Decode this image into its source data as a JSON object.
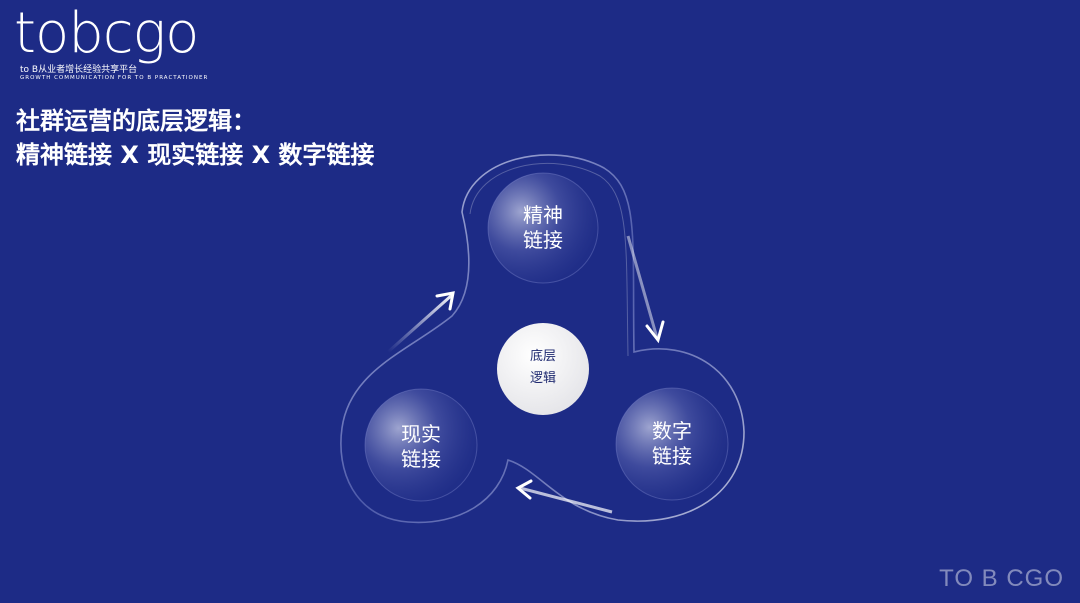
{
  "logo": {
    "wordmark": "tobcgo",
    "tagline": "to B从业者增长经验共享平台",
    "subtagline": "GROWTH COMMUNICATION FOR TO B PRACTATIONER"
  },
  "title": {
    "line1": "社群运营的底层逻辑：",
    "line2": "精神链接 X 现实链接 X 数字链接"
  },
  "diagram": {
    "top_node": {
      "line1": "精神",
      "line2": "链接"
    },
    "right_node": {
      "line1": "数字",
      "line2": "链接"
    },
    "left_node": {
      "line1": "现实",
      "line2": "链接"
    },
    "center": {
      "line1": "底层",
      "line2": "逻辑"
    }
  },
  "watermark": "TO B CGO",
  "colors": {
    "background": "#1d2b86",
    "center_fill": "#f2f2f2"
  }
}
